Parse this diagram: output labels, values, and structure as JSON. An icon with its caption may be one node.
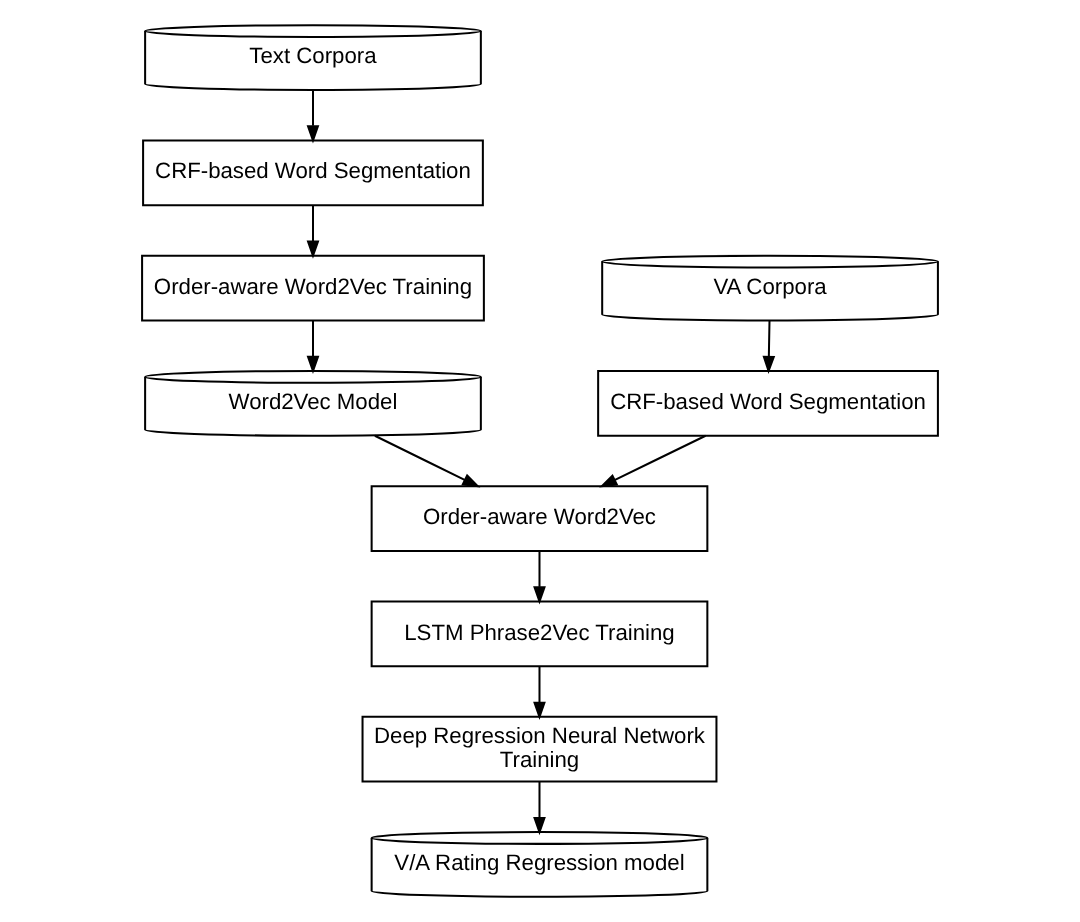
{
  "diagram": {
    "nodes": [
      {
        "text": [
          "Text Corpora"
        ]
      },
      {
        "text": [
          "CRF-based Word Segmentation"
        ]
      },
      {
        "text": [
          "Order-aware Word2Vec Training"
        ]
      },
      {
        "text": [
          "Word2Vec Model"
        ]
      },
      {
        "text": [
          "VA Corpora"
        ]
      },
      {
        "text": [
          "CRF-based Word Segmentation"
        ]
      },
      {
        "text": [
          "Order-aware Word2Vec"
        ]
      },
      {
        "text": [
          "LSTM Phrase2Vec Training"
        ]
      },
      {
        "text": [
          "Deep Regression Neural Network Training"
        ]
      },
      {
        "text": [
          "V/A Rating Regression model"
        ]
      }
    ],
    "edges": [
      {
        "from": 0,
        "to": 1,
        "arrow": "to"
      },
      {
        "from": 1,
        "to": 2,
        "arrow": "to"
      },
      {
        "from": 2,
        "to": 3,
        "arrow": "to"
      },
      {
        "from": 3,
        "to": 6,
        "arrow": "to"
      },
      {
        "from": 4,
        "to": 5,
        "arrow": "to"
      },
      {
        "from": 5,
        "to": 6,
        "arrow": "to"
      },
      {
        "from": 6,
        "to": 7,
        "arrow": "to"
      },
      {
        "from": 7,
        "to": 8,
        "arrow": "to"
      },
      {
        "from": 8,
        "to": 9,
        "arrow": "to"
      }
    ]
  }
}
